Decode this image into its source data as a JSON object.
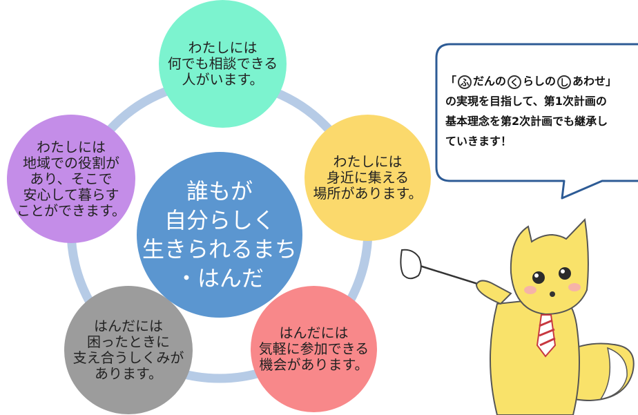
{
  "center": {
    "lines": [
      "誰もが",
      "自分らしく",
      "生きられるまち",
      "・はんだ"
    ]
  },
  "circles": [
    {
      "lines": [
        "わたしには",
        "何でも相談できる",
        "人がいます。"
      ]
    },
    {
      "lines": [
        "わたしには",
        "身近に集える",
        "場所があります。"
      ]
    },
    {
      "lines": [
        "はんだには",
        "気軽に参加できる",
        "機会があります。"
      ]
    },
    {
      "lines": [
        "はんだには",
        "困ったときに",
        "支え合うしくみが",
        "あります。"
      ]
    },
    {
      "lines": [
        "わたしには",
        "地域での役割が",
        "あり、そこで",
        "安心して暮らす",
        "ことができます。"
      ]
    }
  ],
  "speech_bubble": {
    "open_bracket": "「",
    "fu": "ふ",
    "seg1": "だんの",
    "ku": "く",
    "seg2": "らしの",
    "shi": "し",
    "seg3": "あわせ」",
    "line2": "の実現を目指して、第1次計画の",
    "line3": "基本理念を第2次計画でも継承し",
    "line4": "ていきます！"
  },
  "colors": {
    "ring": "#b6cbe6",
    "center": "#5b96d0",
    "top": "#7cf3cf",
    "right": "#fbd96c",
    "bottom_right": "#f8888a",
    "bottom_left": "#9c9c9c",
    "left": "#c48de8",
    "bubble_border": "#2d5b95",
    "mascot": "#f9e26a"
  }
}
